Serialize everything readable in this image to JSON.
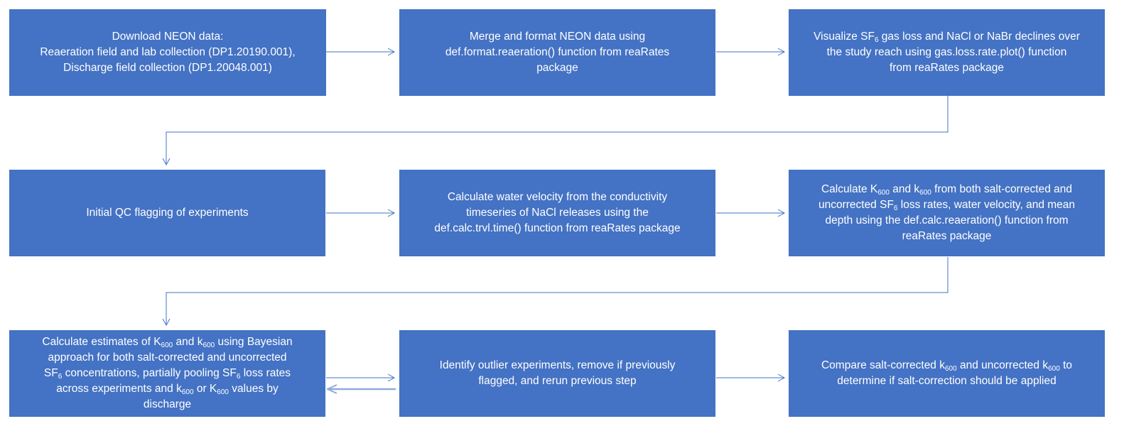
{
  "colors": {
    "box": "#4472C4",
    "arrow": "#4472C4",
    "back_arrow": "#8FAADC"
  },
  "boxes": [
    {
      "id": "download-neon-data",
      "lines": [
        [
          {
            "t": "Download NEON data:"
          }
        ],
        [
          {
            "t": "Reaeration field and lab collection (DP1.20190.001),"
          }
        ],
        [
          {
            "t": "Discharge field collection (DP1.20048.001)"
          }
        ]
      ]
    },
    {
      "id": "merge-format-data",
      "lines": [
        [
          {
            "t": "Merge and format NEON data using"
          }
        ],
        [
          {
            "t": "def.format.reaeration() function from reaRates"
          }
        ],
        [
          {
            "t": "package"
          }
        ]
      ]
    },
    {
      "id": "visualize-gas-loss",
      "lines": [
        [
          {
            "t": "Visualize SF",
            "sub": "6"
          },
          {
            "t": " gas loss and NaCl or NaBr declines over"
          }
        ],
        [
          {
            "t": "the study reach using gas.loss.rate.plot() function"
          }
        ],
        [
          {
            "t": "from reaRates package"
          }
        ]
      ]
    },
    {
      "id": "initial-qc-flagging",
      "lines": [
        [
          {
            "t": "Initial QC flagging of experiments"
          }
        ]
      ]
    },
    {
      "id": "calculate-water-velocity",
      "lines": [
        [
          {
            "t": "Calculate water velocity from the conductivity"
          }
        ],
        [
          {
            "t": "timeseries of NaCl releases using the"
          }
        ],
        [
          {
            "t": "def.calc.trvl.time() function from reaRates package"
          }
        ]
      ]
    },
    {
      "id": "calculate-k600",
      "lines": [
        [
          {
            "t": "Calculate K",
            "sub": "600"
          },
          {
            "t": " and k",
            "sub": "600"
          },
          {
            "t": " from both salt-corrected and"
          }
        ],
        [
          {
            "t": "uncorrected SF",
            "sub": "6"
          },
          {
            "t": " loss rates, water velocity, and mean"
          }
        ],
        [
          {
            "t": "depth using the def.calc.reaeration() function from"
          }
        ],
        [
          {
            "t": "reaRates package"
          }
        ]
      ]
    },
    {
      "id": "bayesian-estimates",
      "lines": [
        [
          {
            "t": "Calculate estimates of K",
            "sub": "600"
          },
          {
            "t": " and k",
            "sub": "600"
          },
          {
            "t": " using Bayesian"
          }
        ],
        [
          {
            "t": "approach for both salt-corrected and uncorrected"
          }
        ],
        [
          {
            "t": "SF",
            "sub": "6"
          },
          {
            "t": " concentrations, partially pooling SF",
            "sub": "6"
          },
          {
            "t": " loss rates"
          }
        ],
        [
          {
            "t": "across experiments and k",
            "sub": "600"
          },
          {
            "t": " or K",
            "sub": "600"
          },
          {
            "t": " values by"
          }
        ],
        [
          {
            "t": "discharge"
          }
        ]
      ]
    },
    {
      "id": "identify-outliers",
      "lines": [
        [
          {
            "t": "Identify outlier experiments, remove if previously"
          }
        ],
        [
          {
            "t": "flagged, and rerun previous step"
          }
        ]
      ]
    },
    {
      "id": "compare-salt-correction",
      "lines": [
        [
          {
            "t": "Compare salt-corrected k",
            "sub": "600"
          },
          {
            "t": " and uncorrected k",
            "sub": "600"
          },
          {
            "t": " to"
          }
        ],
        [
          {
            "t": "determine if salt-correction should be applied"
          }
        ]
      ]
    }
  ]
}
